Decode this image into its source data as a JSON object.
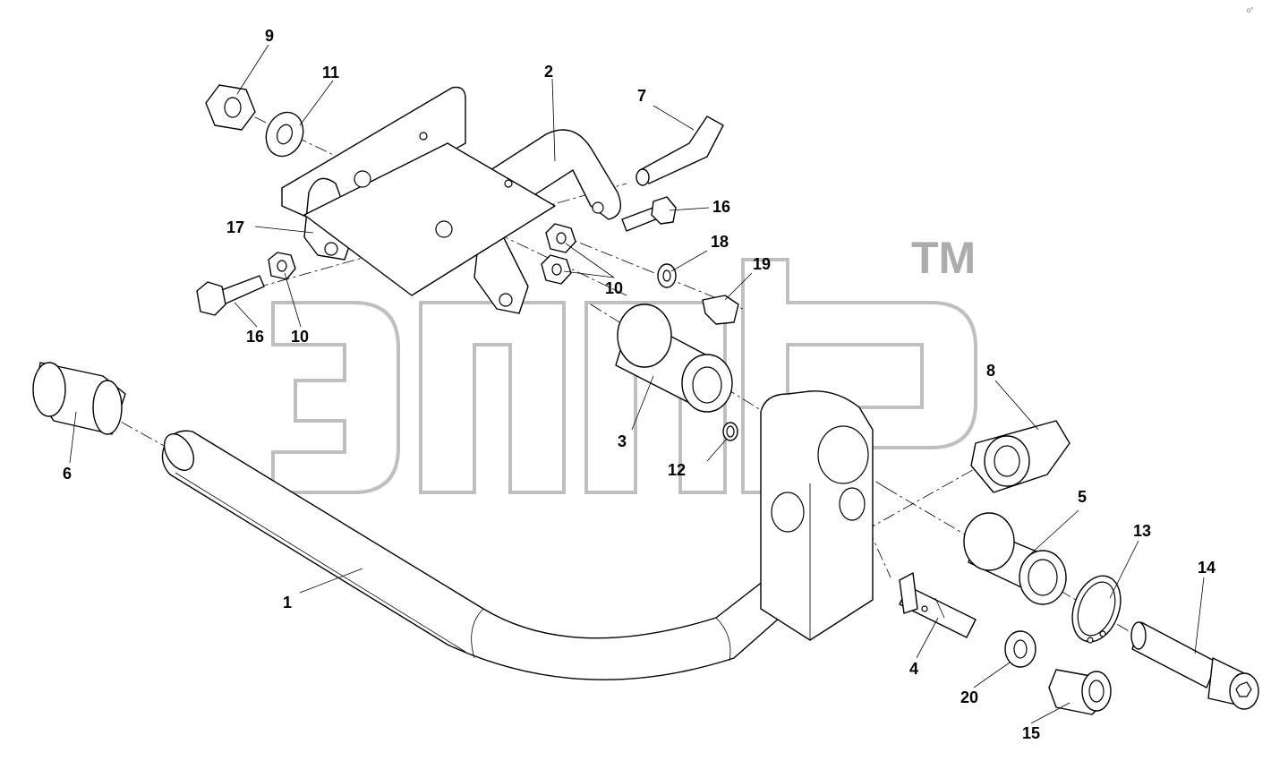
{
  "watermark": {
    "trademark": "TM"
  },
  "corner_mark": "o°",
  "callouts": [
    {
      "id": "c1",
      "label": "1"
    },
    {
      "id": "c2",
      "label": "2"
    },
    {
      "id": "c3",
      "label": "3"
    },
    {
      "id": "c4",
      "label": "4"
    },
    {
      "id": "c5",
      "label": "5"
    },
    {
      "id": "c6",
      "label": "6"
    },
    {
      "id": "c7",
      "label": "7"
    },
    {
      "id": "c8",
      "label": "8"
    },
    {
      "id": "c9",
      "label": "9"
    },
    {
      "id": "c10a",
      "label": "10"
    },
    {
      "id": "c10b",
      "label": "10"
    },
    {
      "id": "c11",
      "label": "11"
    },
    {
      "id": "c12",
      "label": "12"
    },
    {
      "id": "c13",
      "label": "13"
    },
    {
      "id": "c14",
      "label": "14"
    },
    {
      "id": "c15",
      "label": "15"
    },
    {
      "id": "c16a",
      "label": "16"
    },
    {
      "id": "c16b",
      "label": "16"
    },
    {
      "id": "c17",
      "label": "17"
    },
    {
      "id": "c18",
      "label": "18"
    },
    {
      "id": "c19",
      "label": "19"
    },
    {
      "id": "c20",
      "label": "20"
    }
  ]
}
